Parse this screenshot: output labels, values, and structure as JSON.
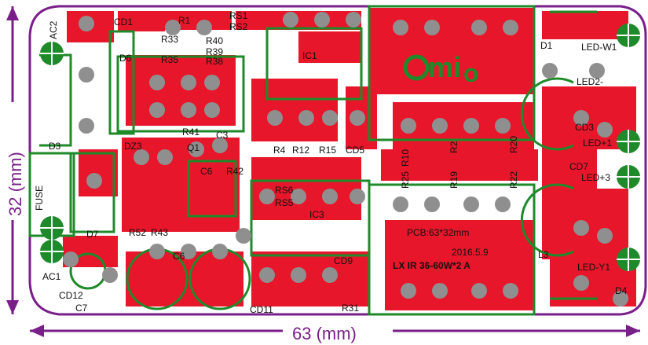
{
  "board": {
    "outline_color": "#7a1f8a",
    "copper_color": "#e8162b",
    "silk_color": "#1f8a2a",
    "pad_color": "#8f8f8f",
    "background": "#ffffff"
  },
  "dimensions": {
    "width_label": "63 (mm)",
    "height_label": "32 (mm)"
  },
  "logo": {
    "text": "mi",
    "tail": "o"
  },
  "pcb_info": {
    "size": "PCB:63*32mm",
    "date": "2016.5.9",
    "model": "LX IR 36-60W*2 A"
  },
  "components": [
    {
      "id": "ac2",
      "text": "AC2"
    },
    {
      "id": "cd1",
      "text": "CD1"
    },
    {
      "id": "r1",
      "text": "R1"
    },
    {
      "id": "rs1",
      "text": "RS1"
    },
    {
      "id": "rs2",
      "text": "RS2"
    },
    {
      "id": "r33",
      "text": "R33"
    },
    {
      "id": "r40",
      "text": "R40"
    },
    {
      "id": "r39",
      "text": "R39"
    },
    {
      "id": "r35",
      "text": "R35"
    },
    {
      "id": "r38",
      "text": "R38"
    },
    {
      "id": "d6",
      "text": "D6"
    },
    {
      "id": "ic1",
      "text": "IC1"
    },
    {
      "id": "d1",
      "text": "D1"
    },
    {
      "id": "ledw1",
      "text": "LED-W1"
    },
    {
      "id": "led2",
      "text": "LED2-"
    },
    {
      "id": "cd3",
      "text": "CD3"
    },
    {
      "id": "ledp1",
      "text": "LED+1"
    },
    {
      "id": "cd7",
      "text": "CD7"
    },
    {
      "id": "ledp3",
      "text": "LED+3"
    },
    {
      "id": "d3",
      "text": "D3"
    },
    {
      "id": "r41",
      "text": "R41"
    },
    {
      "id": "dz3",
      "text": "DZ3"
    },
    {
      "id": "q1",
      "text": "Q1"
    },
    {
      "id": "c3",
      "text": "C3"
    },
    {
      "id": "c6a",
      "text": "C6"
    },
    {
      "id": "r42",
      "text": "R42"
    },
    {
      "id": "r4",
      "text": "R4"
    },
    {
      "id": "r12",
      "text": "R12"
    },
    {
      "id": "r15",
      "text": "R15"
    },
    {
      "id": "cd5",
      "text": "CD5"
    },
    {
      "id": "r10",
      "text": "R10"
    },
    {
      "id": "r25",
      "text": "R25"
    },
    {
      "id": "r2",
      "text": "R2"
    },
    {
      "id": "r19",
      "text": "R19"
    },
    {
      "id": "r20",
      "text": "R20"
    },
    {
      "id": "r22",
      "text": "R22"
    },
    {
      "id": "fuse",
      "text": "FUSE"
    },
    {
      "id": "rs6",
      "text": "RS6"
    },
    {
      "id": "rs5",
      "text": "RS5"
    },
    {
      "id": "ic3",
      "text": "IC3"
    },
    {
      "id": "d7",
      "text": "D7"
    },
    {
      "id": "r52",
      "text": "R52"
    },
    {
      "id": "r43",
      "text": "R43"
    },
    {
      "id": "c6b",
      "text": "C6"
    },
    {
      "id": "cd9",
      "text": "CD9"
    },
    {
      "id": "l3",
      "text": "L3"
    },
    {
      "id": "ac1",
      "text": "AC1"
    },
    {
      "id": "ledy1",
      "text": "LED-Y1"
    },
    {
      "id": "cd12",
      "text": "CD12"
    },
    {
      "id": "c7",
      "text": "C7"
    },
    {
      "id": "cd11",
      "text": "CD11"
    },
    {
      "id": "r31",
      "text": "R31"
    },
    {
      "id": "d4",
      "text": "D4"
    }
  ]
}
